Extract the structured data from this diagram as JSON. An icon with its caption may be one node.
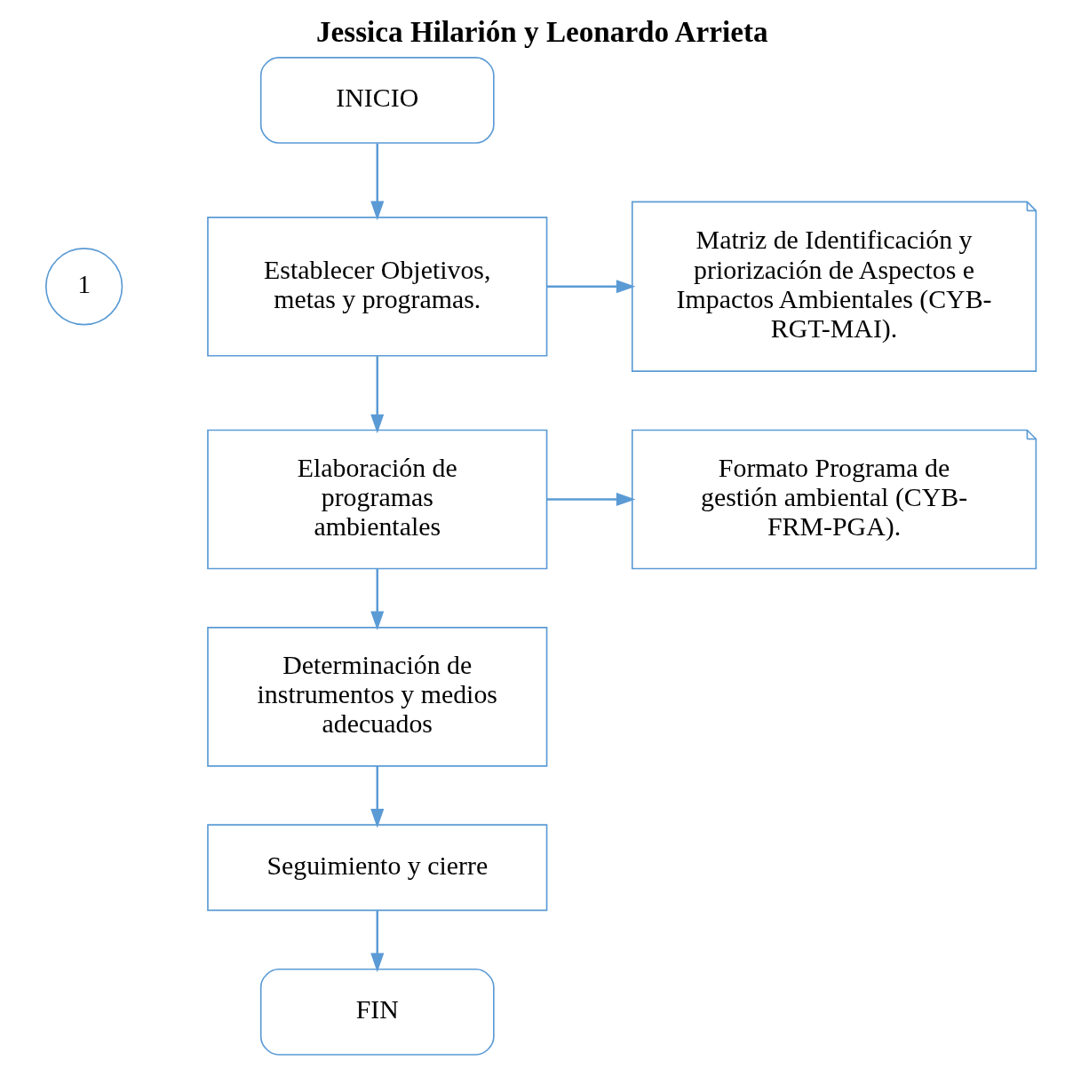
{
  "diagram": {
    "title": "Jessica Hilarión y Leonardo Arrieta",
    "nodes": [
      {
        "text": [
          "INICIO"
        ]
      },
      {
        "text": [
          "1"
        ]
      },
      {
        "text": [
          "Establecer Objetivos, metas y programas."
        ]
      },
      {
        "text": [
          "Matriz de Identificación y priorización de Aspectos e Impactos Ambientales (CYB-RGT-MAI)."
        ]
      },
      {
        "text": [
          "Elaboración de programas ambientales"
        ]
      },
      {
        "text": [
          "Formato Programa de gestión ambiental (CYB-FRM-PGA)."
        ]
      },
      {
        "text": [
          "Determinación de instrumentos y medios adecuados"
        ]
      },
      {
        "text": [
          "Seguimiento y cierre"
        ]
      },
      {
        "text": [
          "FIN"
        ]
      }
    ],
    "edges": [
      {
        "from": 0,
        "to": 2,
        "arrow": "to"
      },
      {
        "from": 2,
        "to": 3,
        "arrow": "to"
      },
      {
        "from": 2,
        "to": 4,
        "arrow": "to"
      },
      {
        "from": 4,
        "to": 5,
        "arrow": "to"
      },
      {
        "from": 4,
        "to": 6,
        "arrow": "to"
      },
      {
        "from": 6,
        "to": 7,
        "arrow": "to"
      },
      {
        "from": 7,
        "to": 8,
        "arrow": "to"
      }
    ]
  }
}
